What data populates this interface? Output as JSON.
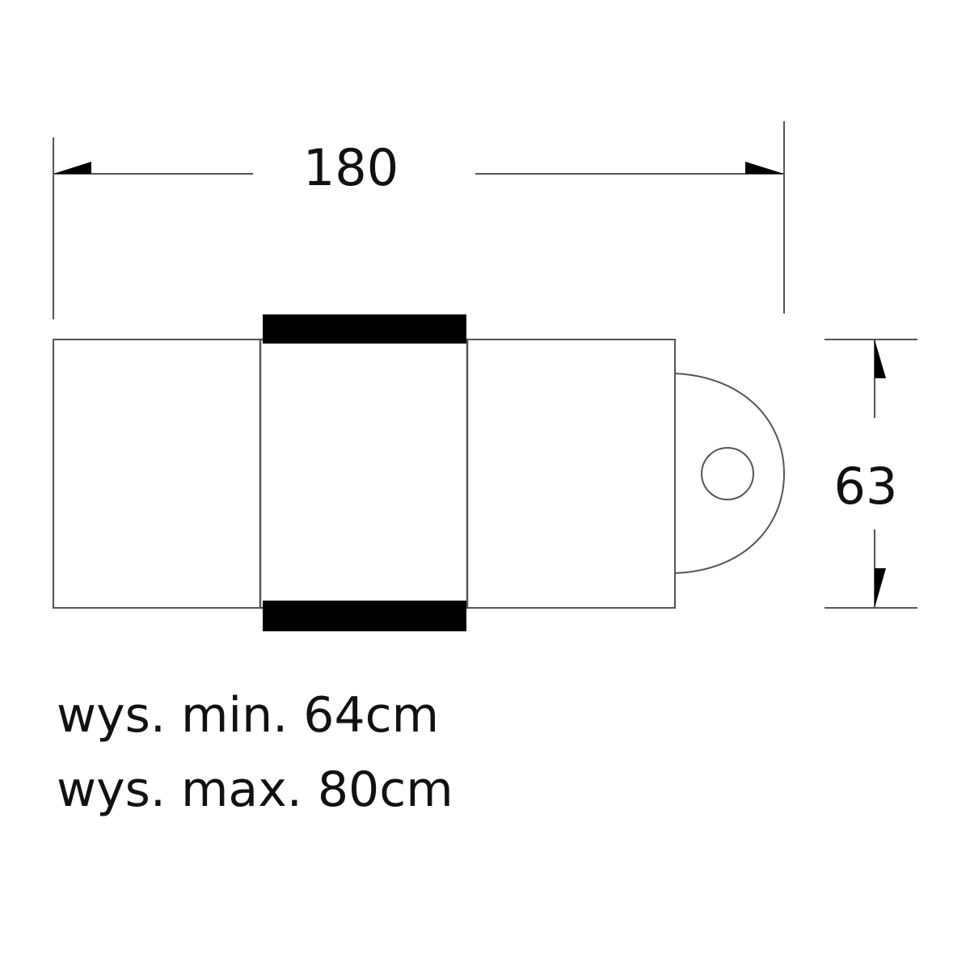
{
  "diagram": {
    "type": "technical-drawing",
    "subject": "massage/cosmetic table top view",
    "colors": {
      "line": "#555555",
      "fill_dark": "#000000",
      "background": "#ffffff",
      "text": "#111111"
    },
    "dimensions": {
      "length": {
        "value": "180",
        "orientation": "horizontal"
      },
      "width": {
        "value": "63",
        "orientation": "vertical"
      }
    },
    "notes": [
      {
        "label": "wys. min. 64cm"
      },
      {
        "label": "wys. max. 80cm"
      }
    ],
    "parts": [
      {
        "name": "leg-section"
      },
      {
        "name": "middle-section",
        "has_side_bands": true
      },
      {
        "name": "back-section"
      },
      {
        "name": "head-rest",
        "has_face-hole": true
      }
    ]
  }
}
